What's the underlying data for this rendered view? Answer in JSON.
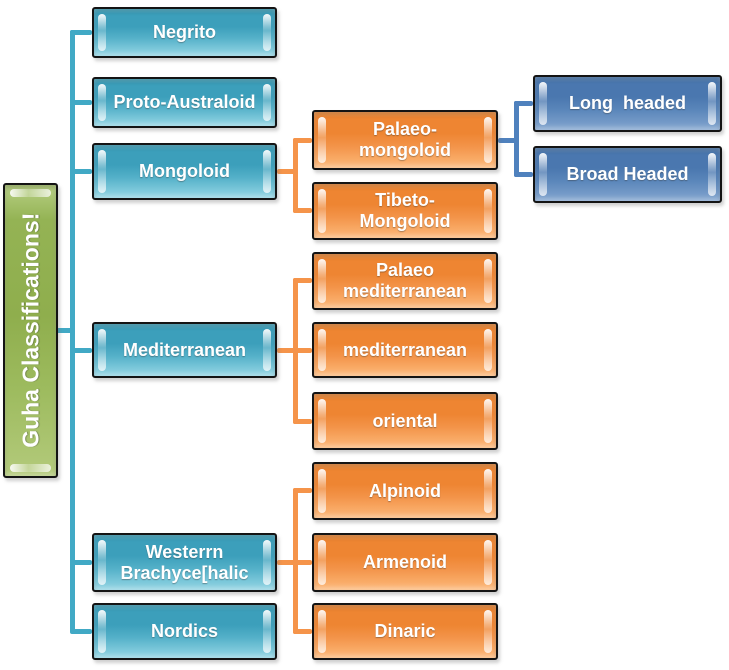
{
  "diagram": {
    "type": "hierarchy-tree",
    "nodes": {
      "root": {
        "label": "Guha Classifications!",
        "level": 0,
        "color": "#97B755"
      },
      "negrito": {
        "label": "Negrito",
        "level": 1,
        "color": "#44A7C1"
      },
      "proto_australoid": {
        "label": "Proto-Australoid",
        "level": 1,
        "color": "#44A7C1"
      },
      "mongoloid": {
        "label": "Mongoloid",
        "level": 1,
        "color": "#44A7C1"
      },
      "mediterranean": {
        "label": "Mediterranean",
        "level": 1,
        "color": "#44A7C1"
      },
      "westerrn_brachycephalic": {
        "label": "Westerrn Brachyce[halic",
        "level": 1,
        "color": "#44A7C1"
      },
      "nordics": {
        "label": "Nordics",
        "level": 1,
        "color": "#44A7C1"
      },
      "palaeo_mongoloid": {
        "label": "Palaeo- mongoloid",
        "level": 2,
        "color": "#F2903F"
      },
      "tibeto_mongoloid": {
        "label": "Tibeto-Mongoloid",
        "level": 2,
        "color": "#F2903F"
      },
      "palaeo_mediterranean": {
        "label": "Palaeo mediterranean",
        "level": 2,
        "color": "#F2903F"
      },
      "mediterranean_sub": {
        "label": "mediterranean",
        "level": 2,
        "color": "#F2903F"
      },
      "oriental": {
        "label": "oriental",
        "level": 2,
        "color": "#F2903F"
      },
      "alpinoid": {
        "label": "Alpinoid",
        "level": 2,
        "color": "#F2903F"
      },
      "armenoid": {
        "label": "Armenoid",
        "level": 2,
        "color": "#F2903F"
      },
      "dinaric": {
        "label": "Dinaric",
        "level": 2,
        "color": "#F2903F"
      },
      "long_headed": {
        "label": "Long  headed",
        "level": 3,
        "color": "#5282BA"
      },
      "broad_headed": {
        "label": "Broad Headed",
        "level": 3,
        "color": "#5282BA"
      }
    },
    "edges": [
      {
        "from": "root",
        "to": "negrito"
      },
      {
        "from": "root",
        "to": "proto_australoid"
      },
      {
        "from": "root",
        "to": "mongoloid"
      },
      {
        "from": "root",
        "to": "mediterranean"
      },
      {
        "from": "root",
        "to": "westerrn_brachycephalic"
      },
      {
        "from": "root",
        "to": "nordics"
      },
      {
        "from": "mongoloid",
        "to": "palaeo_mongoloid"
      },
      {
        "from": "mongoloid",
        "to": "tibeto_mongoloid"
      },
      {
        "from": "palaeo_mongoloid",
        "to": "long_headed"
      },
      {
        "from": "palaeo_mongoloid",
        "to": "broad_headed"
      },
      {
        "from": "mediterranean",
        "to": "palaeo_mediterranean"
      },
      {
        "from": "mediterranean",
        "to": "mediterranean_sub"
      },
      {
        "from": "mediterranean",
        "to": "oriental"
      },
      {
        "from": "westerrn_brachycephalic",
        "to": "alpinoid"
      },
      {
        "from": "westerrn_brachycephalic",
        "to": "armenoid"
      },
      {
        "from": "westerrn_brachycephalic",
        "to": "dinaric"
      }
    ],
    "colors": {
      "teal_line": "#41A9C5",
      "orange_line": "#F5944A",
      "blue_line": "#4F81BD",
      "node_border": "#141414",
      "node_text": "#FFFFFF",
      "background": "#FFFFFF"
    }
  }
}
